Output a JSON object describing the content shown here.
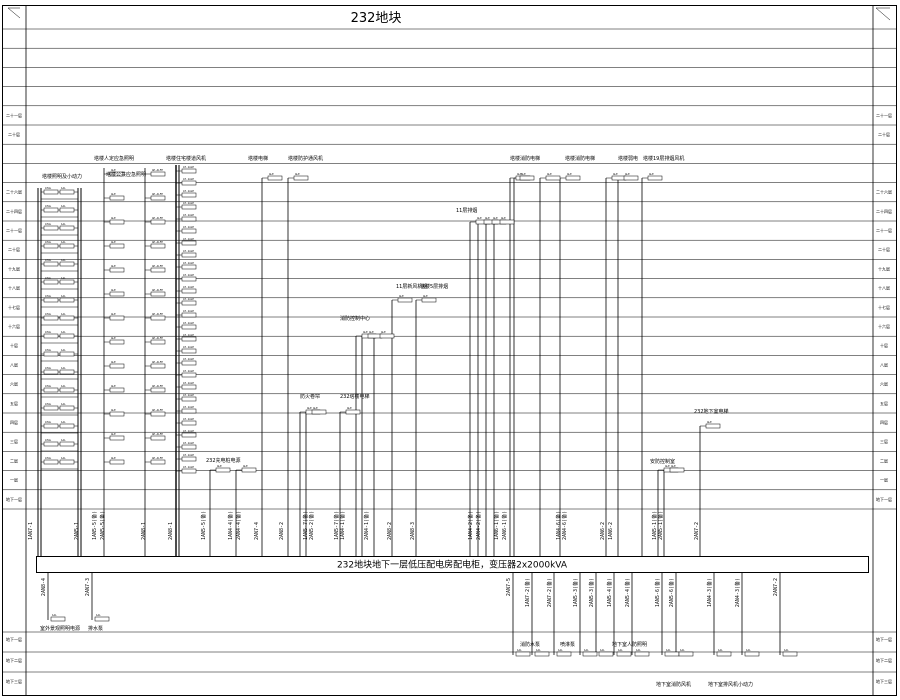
{
  "title": "232地块",
  "bus": {
    "label": "232地块地下一层低压配电房配电柜，变压器2x2000kVA"
  },
  "floors_left": [
    {
      "label": ""
    },
    {
      "label": ""
    },
    {
      "label": ""
    },
    {
      "label": ""
    },
    {
      "label": "二十一层"
    },
    {
      "label": "二十层"
    },
    {
      "label": ""
    },
    {
      "label": ""
    },
    {
      "label": "二十六层"
    },
    {
      "label": "二十四层"
    },
    {
      "label": "二十一层"
    },
    {
      "label": "二十层"
    },
    {
      "label": "十九层"
    },
    {
      "label": "十八层"
    },
    {
      "label": "十七层"
    },
    {
      "label": "十六层"
    },
    {
      "label": "十层"
    },
    {
      "label": "八层"
    },
    {
      "label": "六层"
    },
    {
      "label": "五层"
    },
    {
      "label": "四层"
    },
    {
      "label": "三层"
    },
    {
      "label": "二层"
    },
    {
      "label": "一层"
    },
    {
      "label": "地下一层"
    }
  ],
  "floors_right": [
    {
      "label": ""
    },
    {
      "label": ""
    },
    {
      "label": ""
    },
    {
      "label": ""
    },
    {
      "label": "二十一层"
    },
    {
      "label": "二十层"
    },
    {
      "label": ""
    },
    {
      "label": ""
    },
    {
      "label": "二十六层"
    },
    {
      "label": "二十四层"
    },
    {
      "label": "二十一层"
    },
    {
      "label": "二十层"
    },
    {
      "label": "十九层"
    },
    {
      "label": "十八层"
    },
    {
      "label": "十七层"
    },
    {
      "label": "十六层"
    },
    {
      "label": "十层"
    },
    {
      "label": "八层"
    },
    {
      "label": "六层"
    },
    {
      "label": "五层"
    },
    {
      "label": "四层"
    },
    {
      "label": "三层"
    },
    {
      "label": "二层"
    },
    {
      "label": "一层"
    },
    {
      "label": "地下一层"
    }
  ],
  "floors_bottom": [
    {
      "label": "地下一层"
    },
    {
      "label": "地下二层"
    },
    {
      "label": "地下三层"
    }
  ],
  "group_labels": [
    {
      "text": "塔楼照明及小动力"
    },
    {
      "text": "塔楼人定应急照明"
    },
    {
      "text": "塔楼公共应急照明"
    },
    {
      "text": "塔楼住宅楼道风机"
    },
    {
      "text": "塔楼电梯"
    },
    {
      "text": "塔楼防护通风机"
    },
    {
      "text": "塔楼消防电梯"
    },
    {
      "text": "塔楼消防电梯"
    },
    {
      "text": "塔楼弱电"
    },
    {
      "text": "塔楼19层排烟风机"
    },
    {
      "text": "11层排烟"
    },
    {
      "text": "11层新风机组"
    },
    {
      "text": "塔楼5层排烟"
    },
    {
      "text": "消防控制中心"
    },
    {
      "text": "防火卷帘"
    },
    {
      "text": "232塔楼电梯"
    },
    {
      "text": "232地下室电梯"
    },
    {
      "text": "安防控制室"
    },
    {
      "text": "232充电桩电源"
    },
    {
      "text": "室外景观照明电源"
    },
    {
      "text": "排水泵"
    },
    {
      "text": "消防水泵"
    },
    {
      "text": "喷淋泵"
    },
    {
      "text": "地下室人防照明"
    },
    {
      "text": "地下室消防风机"
    },
    {
      "text": "地下室排风机小动力"
    }
  ],
  "circuits_top": [
    {
      "label": "1AN7-1"
    },
    {
      "label": "2AN5-1"
    },
    {
      "label": "1AN5-5(备)"
    },
    {
      "label": "2AN5-5(备)"
    },
    {
      "label": "2AN8-1"
    },
    {
      "label": "2AN8-1"
    },
    {
      "label": "1AN5-5(备)"
    },
    {
      "label": "1AN4-4(备)"
    },
    {
      "label": "2AN4-4(备)"
    },
    {
      "label": "2AN7-4"
    },
    {
      "label": "2AN8-2"
    },
    {
      "label": "1AN5-7(备)"
    },
    {
      "label": "2AN5-2(备)"
    },
    {
      "label": "1AN5-7(备)"
    },
    {
      "label": "1AN4-1(备)"
    },
    {
      "label": "2AN4-1(备)"
    },
    {
      "label": "2AN8-2"
    },
    {
      "label": "2AN8-3"
    },
    {
      "label": "1AN4-2(备)"
    },
    {
      "label": "2AN4-2(备)"
    },
    {
      "label": "1AN6-1(备)"
    },
    {
      "label": "2AN6-1(备)"
    },
    {
      "label": "1AN4-6(备)"
    },
    {
      "label": "2AN4-6(备)"
    },
    {
      "label": "2AN6-2"
    },
    {
      "label": "1AN6-2"
    },
    {
      "label": "1AN5-1(备)"
    },
    {
      "label": "2AN5-1(备)"
    },
    {
      "label": "2AN7-2"
    }
  ],
  "circuits_bottom": [
    {
      "label": "2AN8-4"
    },
    {
      "label": "2AN7-3"
    },
    {
      "label": "2AN7-5"
    },
    {
      "label": "1AN7-2(备)"
    },
    {
      "label": "2AN7-2(备)"
    },
    {
      "label": "1AN5-3(备)"
    },
    {
      "label": "2AN5-3(备)"
    },
    {
      "label": "1AN5-4(备)"
    },
    {
      "label": "2AN5-4(备)"
    },
    {
      "label": "1AN5-6(备)"
    },
    {
      "label": "2AN5-6(备)"
    },
    {
      "label": "1AN4-3(备)"
    },
    {
      "label": "2AN4-3(备)"
    },
    {
      "label": "2AN7-2"
    }
  ],
  "box_texts": {
    "a": "ATAL",
    "b": "AP-ALFE",
    "c": "1AL",
    "d": "ALE",
    "e": "AT-1ALE"
  },
  "colors": {
    "line": "#000000",
    "background": "#ffffff"
  }
}
